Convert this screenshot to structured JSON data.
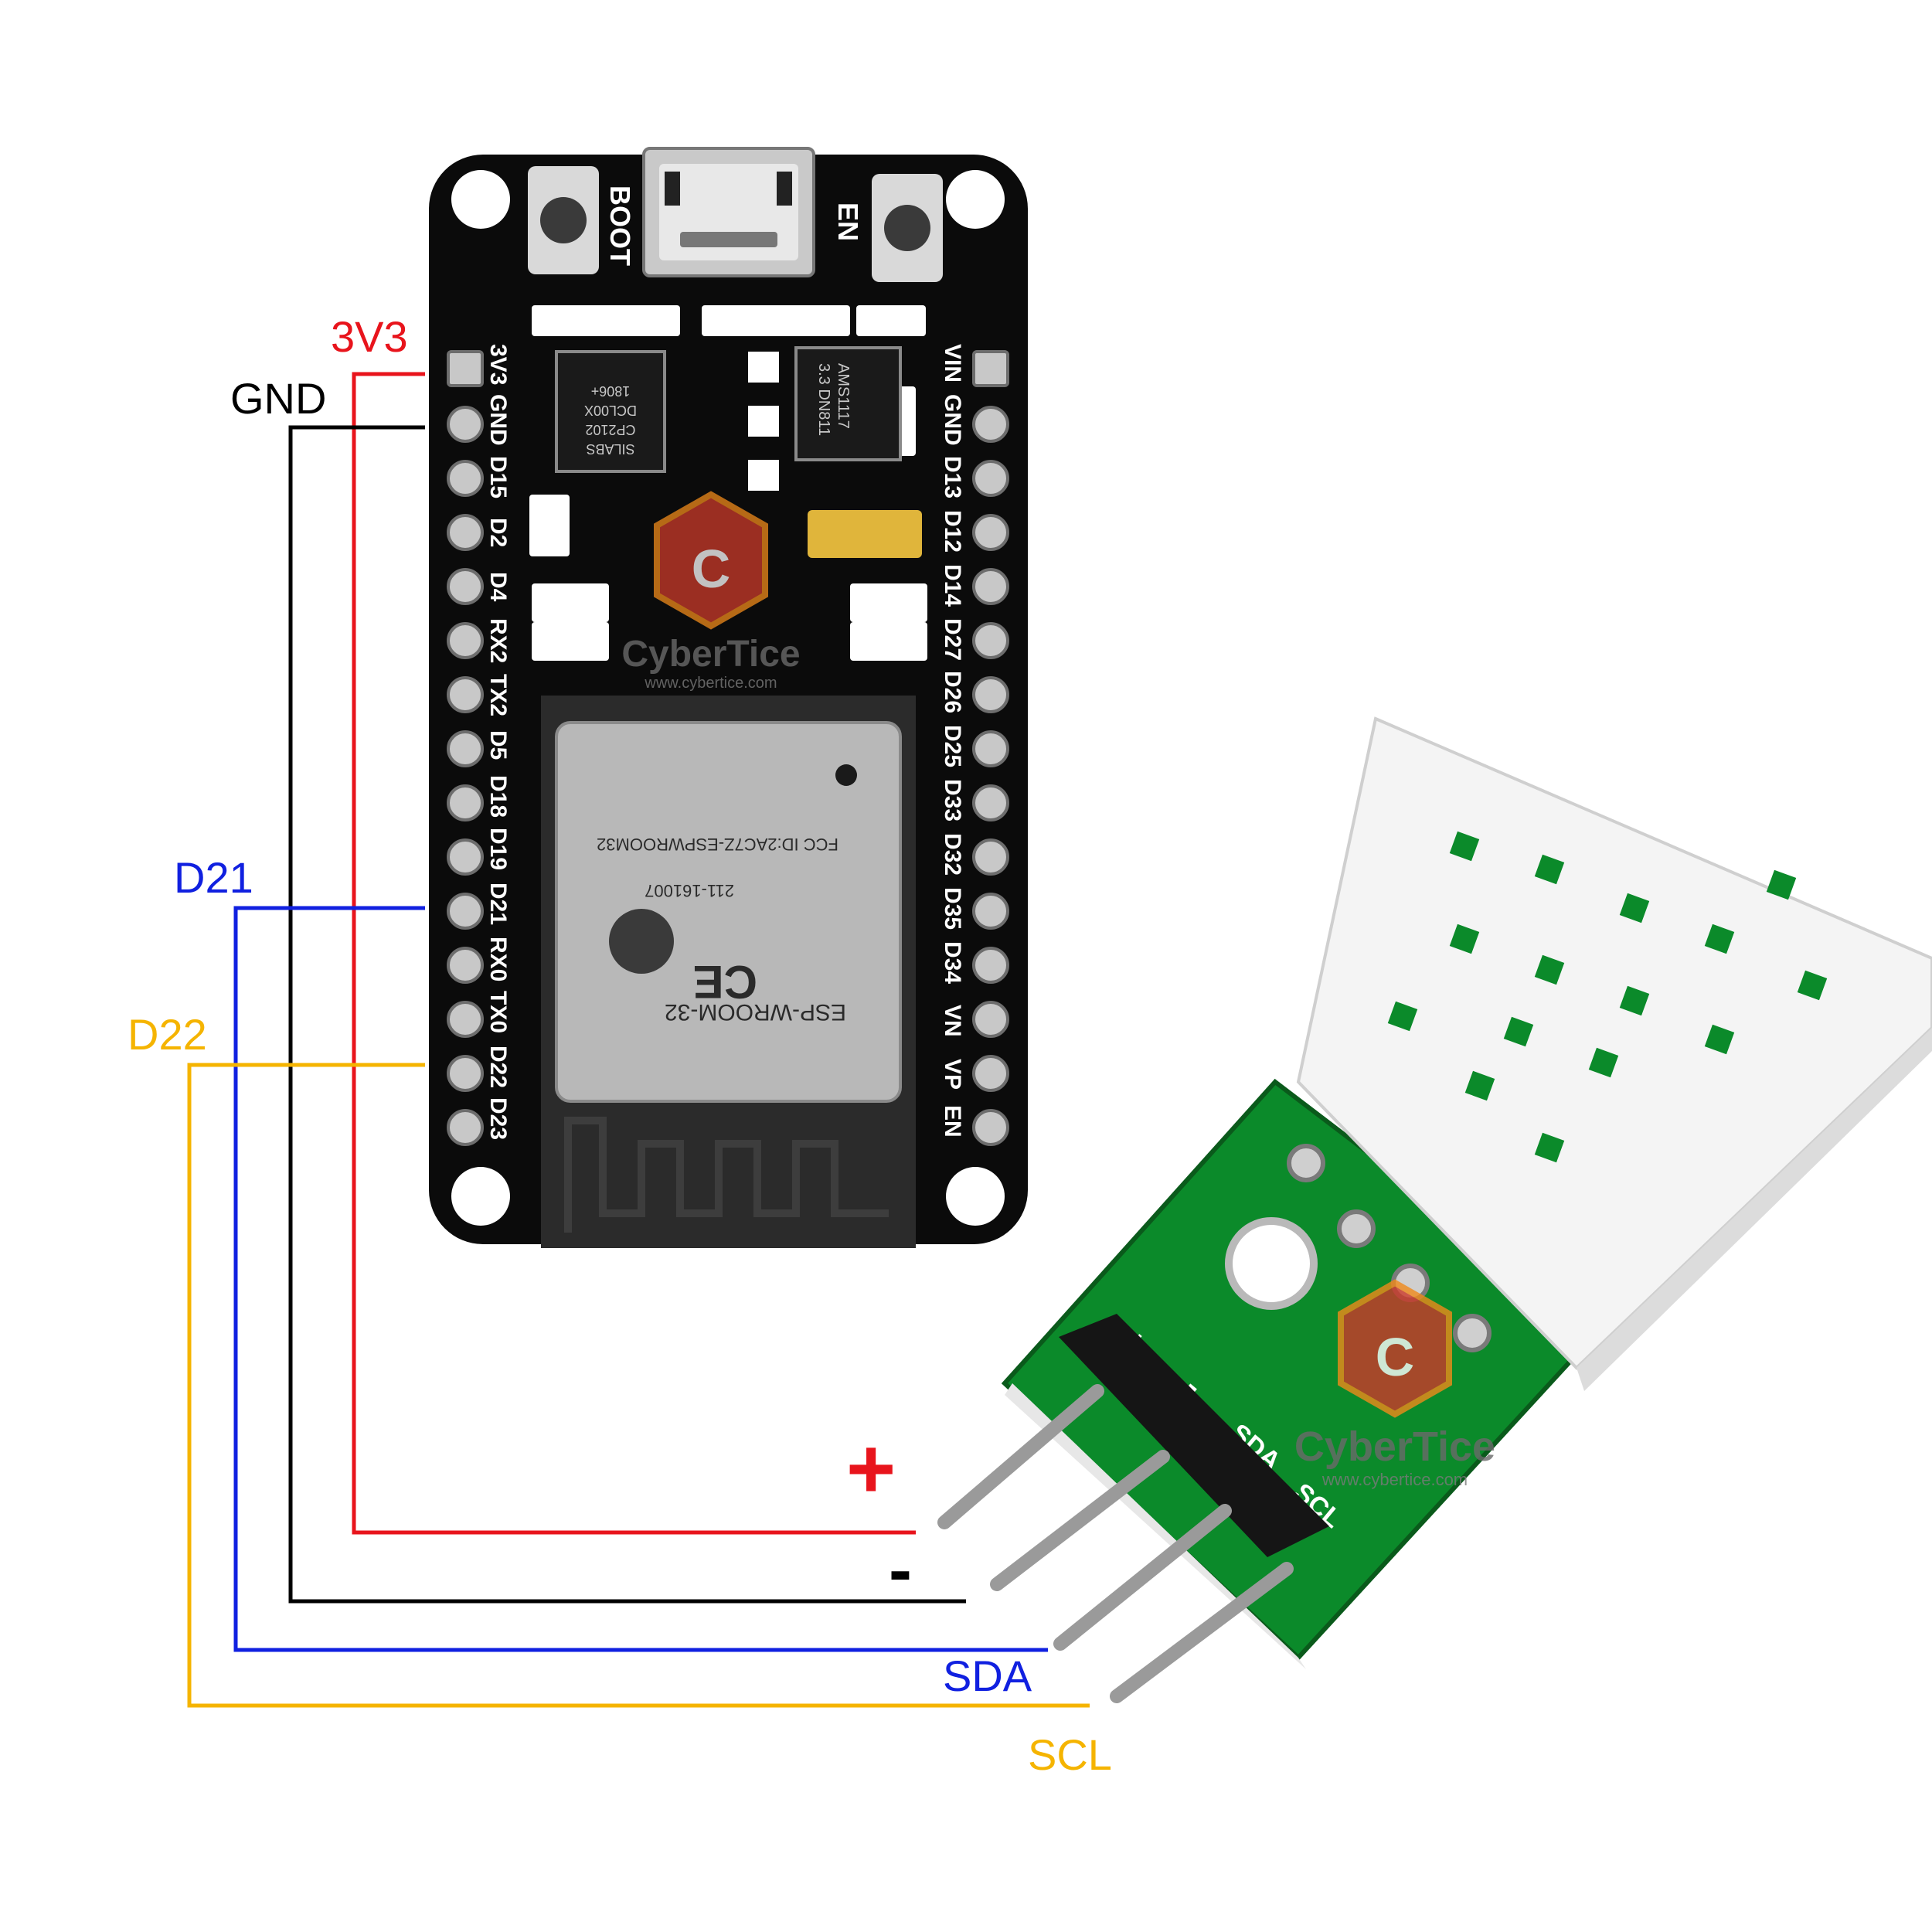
{
  "wires": {
    "v33": {
      "label": "3V3",
      "color": "#e8141c"
    },
    "gnd": {
      "label": "GND",
      "color": "#000000"
    },
    "d21": {
      "label": "D21",
      "color": "#1020e0"
    },
    "d22": {
      "label": "D22",
      "color": "#f5b400"
    }
  },
  "sensor_pins": {
    "plus": {
      "label": "+",
      "color": "#e8141c"
    },
    "minus": {
      "label": "-",
      "color": "#000000"
    },
    "sda": {
      "label": "SDA",
      "color": "#1020e0"
    },
    "scl": {
      "label": "SCL",
      "color": "#f5b400"
    }
  },
  "esp32": {
    "boot_label": "BOOT",
    "en_label": "EN",
    "left_pins": [
      "3V3",
      "GND",
      "D15",
      "D2",
      "D4",
      "RX2",
      "TX2",
      "D5",
      "D18",
      "D19",
      "D21",
      "RX0",
      "TX0",
      "D22",
      "D23"
    ],
    "right_pins": [
      "VIN",
      "GND",
      "D13",
      "D12",
      "D14",
      "D27",
      "D26",
      "D25",
      "D33",
      "D32",
      "D35",
      "D34",
      "VN",
      "VP",
      "EN"
    ],
    "module_label": "ESP-WROOM-32",
    "fcc_label": "FCC ID:2AC7Z-ESPWROOM32",
    "cert_label": "211-161007",
    "usb_chip": [
      "SILABS",
      "CP2102",
      "DCL00X",
      "1806+"
    ],
    "regulator": [
      "AMS1117",
      "3.3  DN811"
    ]
  },
  "sensor_board": {
    "header_labels": {
      "plus": "+",
      "minus": "-",
      "sda": "SDA",
      "scl": "SCL"
    }
  },
  "watermark": {
    "brand": "CyberTice",
    "url": "www.cybertice.com"
  }
}
